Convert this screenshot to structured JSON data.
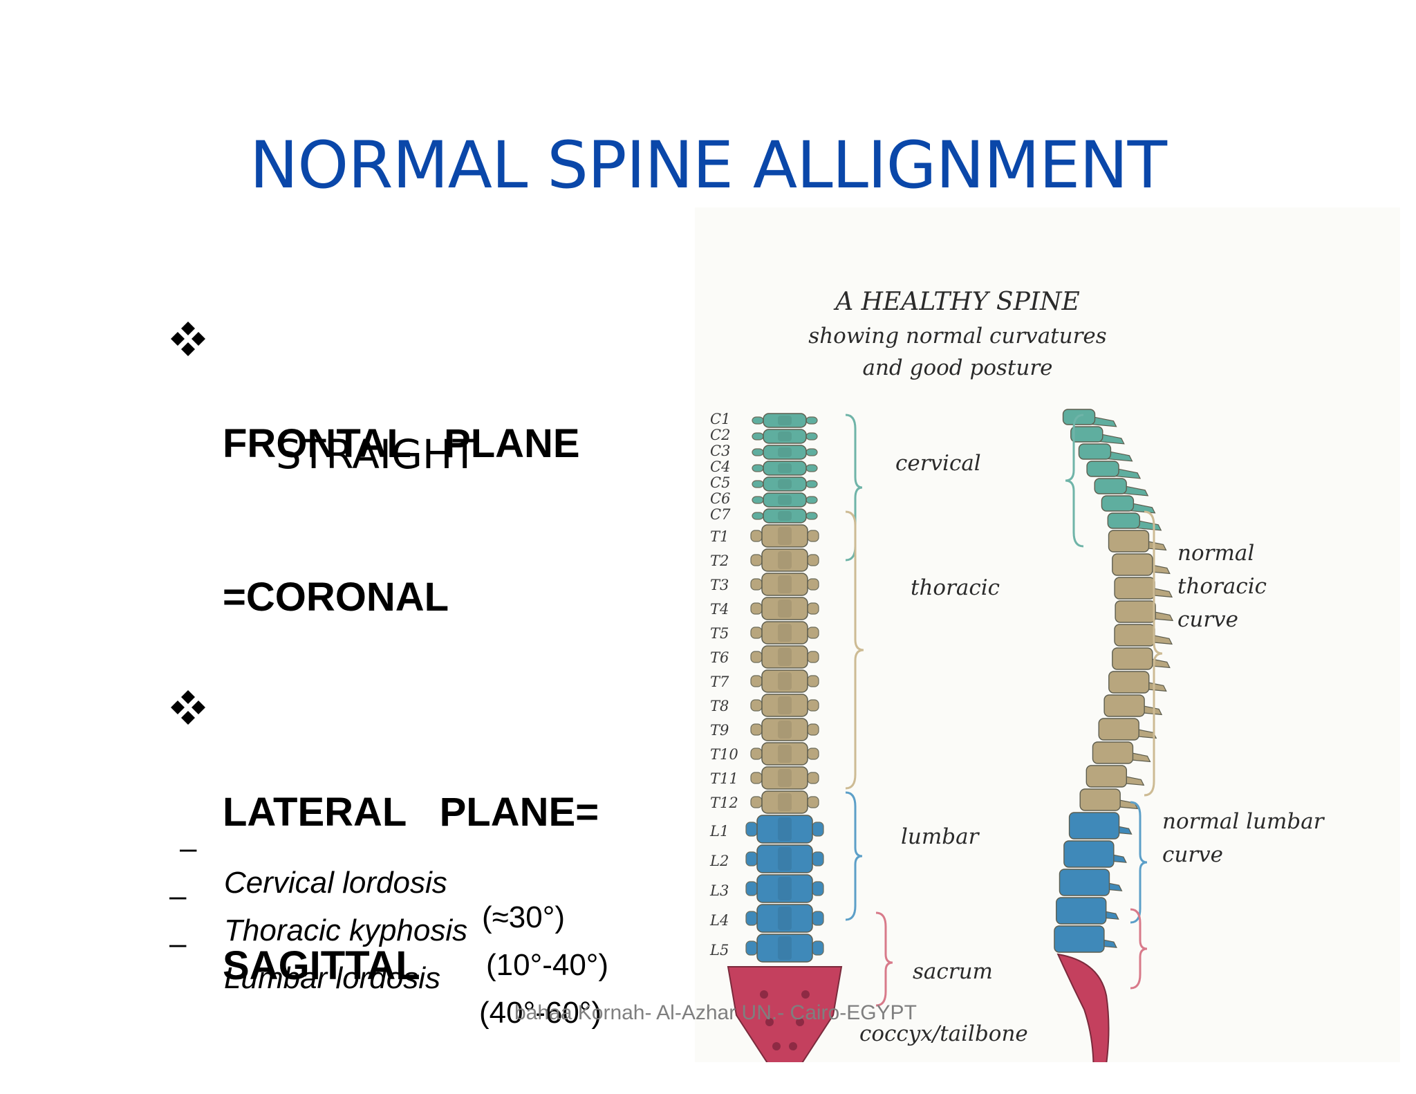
{
  "title": "NORMAL SPINE ALLIGNMENT",
  "colors": {
    "title": "#0a47a9",
    "cervical": "#5fae9f",
    "thoracic": "#b8a67e",
    "lumbar": "#3f89b9",
    "sacrum": "#c4405e",
    "bracket_cervical": "#6fb4a8",
    "bracket_thoracic": "#cdbb94",
    "bracket_lumbar": "#5c9fc8",
    "bracket_sacrum": "#d87a8a"
  },
  "bullets": {
    "frontal": {
      "line1": "FRONTAL   PLANE",
      "line2": "=CORONAL",
      "detail": "STRAIGHT"
    },
    "lateral": {
      "line1": "LATERAL   PLANE=",
      "line2": "SAGITTAL"
    }
  },
  "sub_items": [
    {
      "dash": "–",
      "term": "Cervical lordosis",
      "range": "(≈30°)"
    },
    {
      "dash": "–",
      "term": "Thoracic kyphosis",
      "range": "(10°-40°)"
    },
    {
      "dash": "–",
      "term": "Lumbar lordosis",
      "range": "(40°-60°)"
    }
  ],
  "figure": {
    "heading": "A HEALTHY SPINE",
    "subheading_1": "showing normal curvatures",
    "subheading_2": "and good posture",
    "labels": {
      "cervical": "cervical",
      "thoracic": "thoracic",
      "lumbar": "lumbar",
      "sacrum": "sacrum",
      "coccyx": "coccyx/tailbone",
      "normal_thoracic_1": "normal",
      "normal_thoracic_2": "thoracic",
      "normal_thoracic_3": "curve",
      "normal_lumbar_1": "normal lumbar",
      "normal_lumbar_2": "curve"
    },
    "vertebrae": [
      "C1",
      "C2",
      "C3",
      "C4",
      "C5",
      "C6",
      "C7",
      "T1",
      "T2",
      "T3",
      "T4",
      "T5",
      "T6",
      "T7",
      "T8",
      "T9",
      "T10",
      "T11",
      "T12",
      "L1",
      "L2",
      "L3",
      "L4",
      "L5"
    ]
  },
  "footer": "bahaa Kornah- Al-Azhar UN.- Cairo-EGYPT"
}
